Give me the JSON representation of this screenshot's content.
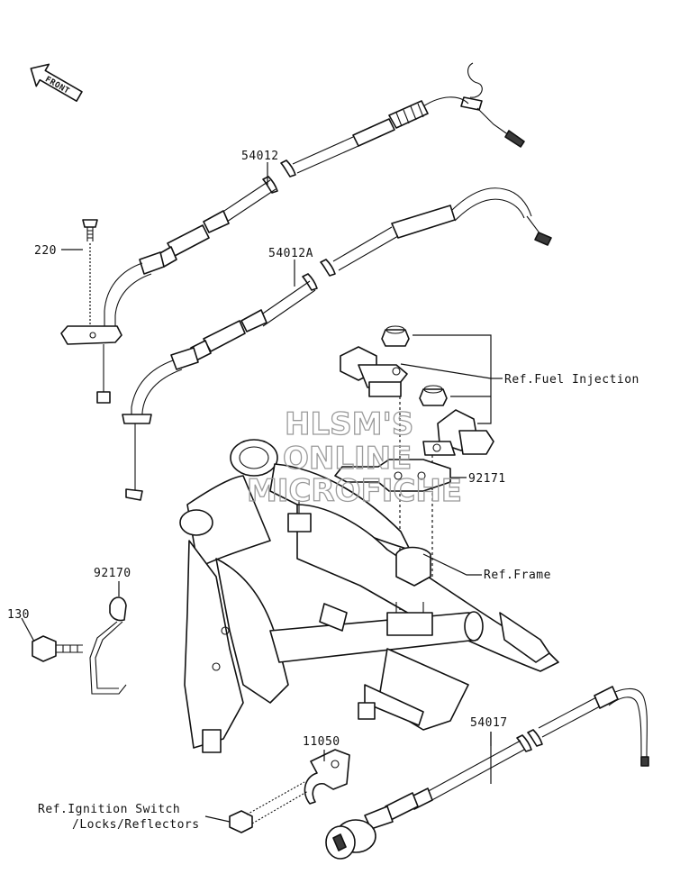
{
  "front_arrow": {
    "text": "FRONT"
  },
  "watermark": {
    "line1": "HLSM'S",
    "line2": "ONLINE",
    "line3": "MICROFICHE"
  },
  "callouts": {
    "p54012": "54012",
    "p54012a": "54012A",
    "p220": "220",
    "ref_fuel": "Ref.Fuel Injection",
    "p92171": "92171",
    "ref_frame": "Ref.Frame",
    "p92170": "92170",
    "p130": "130",
    "p11050": "11050",
    "p54017": "54017",
    "ref_ignition_1": "Ref.Ignition Switch",
    "ref_ignition_2": "/Locks/Reflectors"
  },
  "colors": {
    "line": "#111111",
    "watermark": "#9a9a9a",
    "background": "#ffffff"
  }
}
